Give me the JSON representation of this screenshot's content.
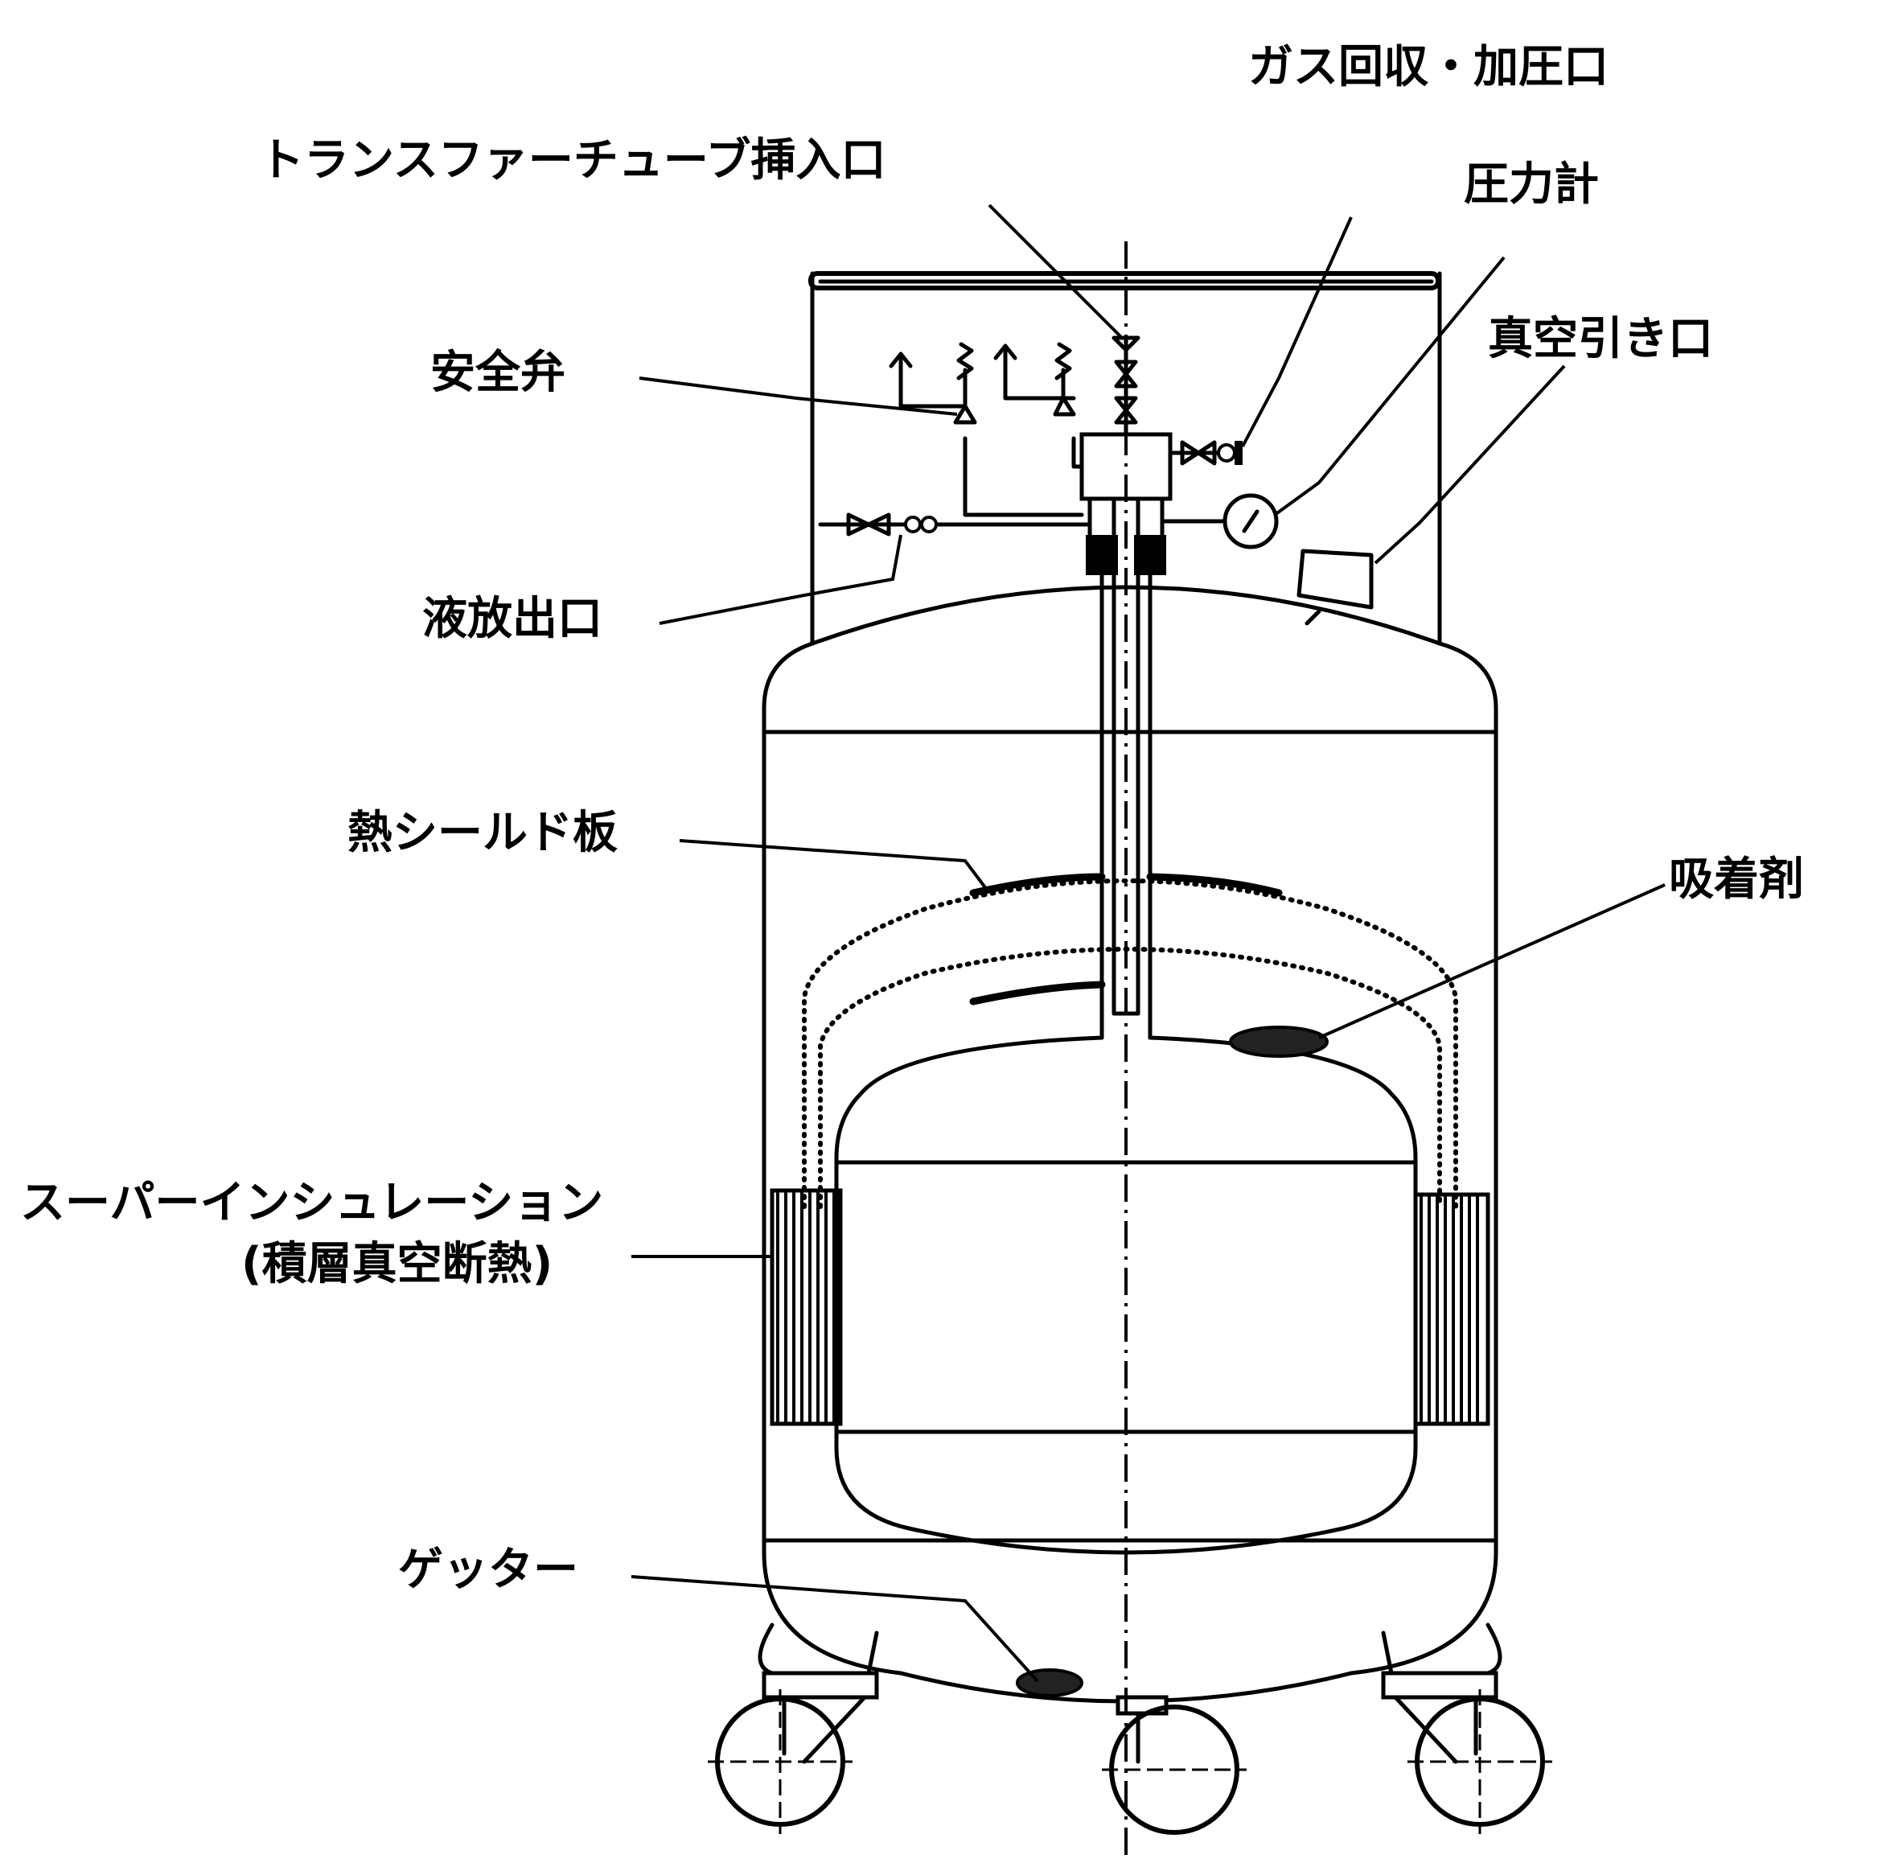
{
  "labels": {
    "gas_recovery": "ガス回収・加圧口",
    "transfer_tube": "トランスファーチューブ挿入口",
    "pressure_gauge": "圧力計",
    "vacuum_port": "真空引き口",
    "safety_valve": "安全弁",
    "liquid_drain": "液放出口",
    "heat_shield": "熱シールド板",
    "adsorbent": "吸着剤",
    "super_insulation": "スーパーインシュレーション",
    "super_insulation_sub": "(積層真空断熱)",
    "getter": "ゲッター"
  }
}
